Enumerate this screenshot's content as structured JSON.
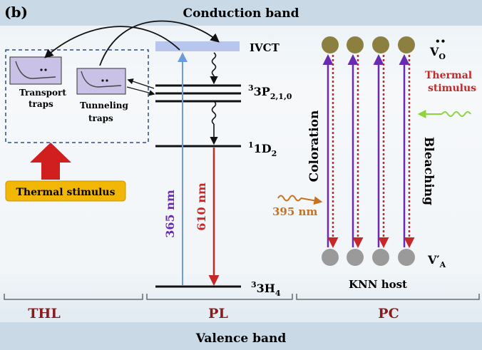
{
  "panel_label": "(b)",
  "bands": {
    "conduction": "Conduction band",
    "valence": "Valence band"
  },
  "thl": {
    "section_label": "THL",
    "transport_traps": [
      "Transport",
      "traps"
    ],
    "tunneling_traps": [
      "Tunneling",
      "traps"
    ],
    "thermal_stimulus": "Thermal stimulus"
  },
  "pl": {
    "section_label": "PL",
    "ivct": "IVCT",
    "level_3p": "3P",
    "level_3p_sub": "2,1,0",
    "level_1d": "1D",
    "level_1d_sub": "2",
    "level_3h": "3H",
    "level_3h_sub": "4",
    "excitation": "365 nm",
    "emission": "610 nm"
  },
  "pc": {
    "section_label": "PC",
    "vo_label": "V",
    "vo_sub": "O",
    "va_label": "V′",
    "va_sub": "A",
    "thermal_stimulus": [
      "Thermal",
      "stimulus"
    ],
    "coloration": "Coloration",
    "bleaching": "Bleaching",
    "excitation": "395 nm",
    "host": "KNN host"
  },
  "colors": {
    "thl_label": "#8b1a1a",
    "red_arrow": "#d11f1f",
    "stimulus_box": "#f2b705",
    "purple": "#6a2bb0",
    "blue": "#6d9be0",
    "emission_red": "#c62828",
    "ivct_bar": "#b8c6ee",
    "orange": "#c8711f",
    "green": "#8bd43a",
    "olive": "#8c8040",
    "grey": "#9a9a9a"
  }
}
